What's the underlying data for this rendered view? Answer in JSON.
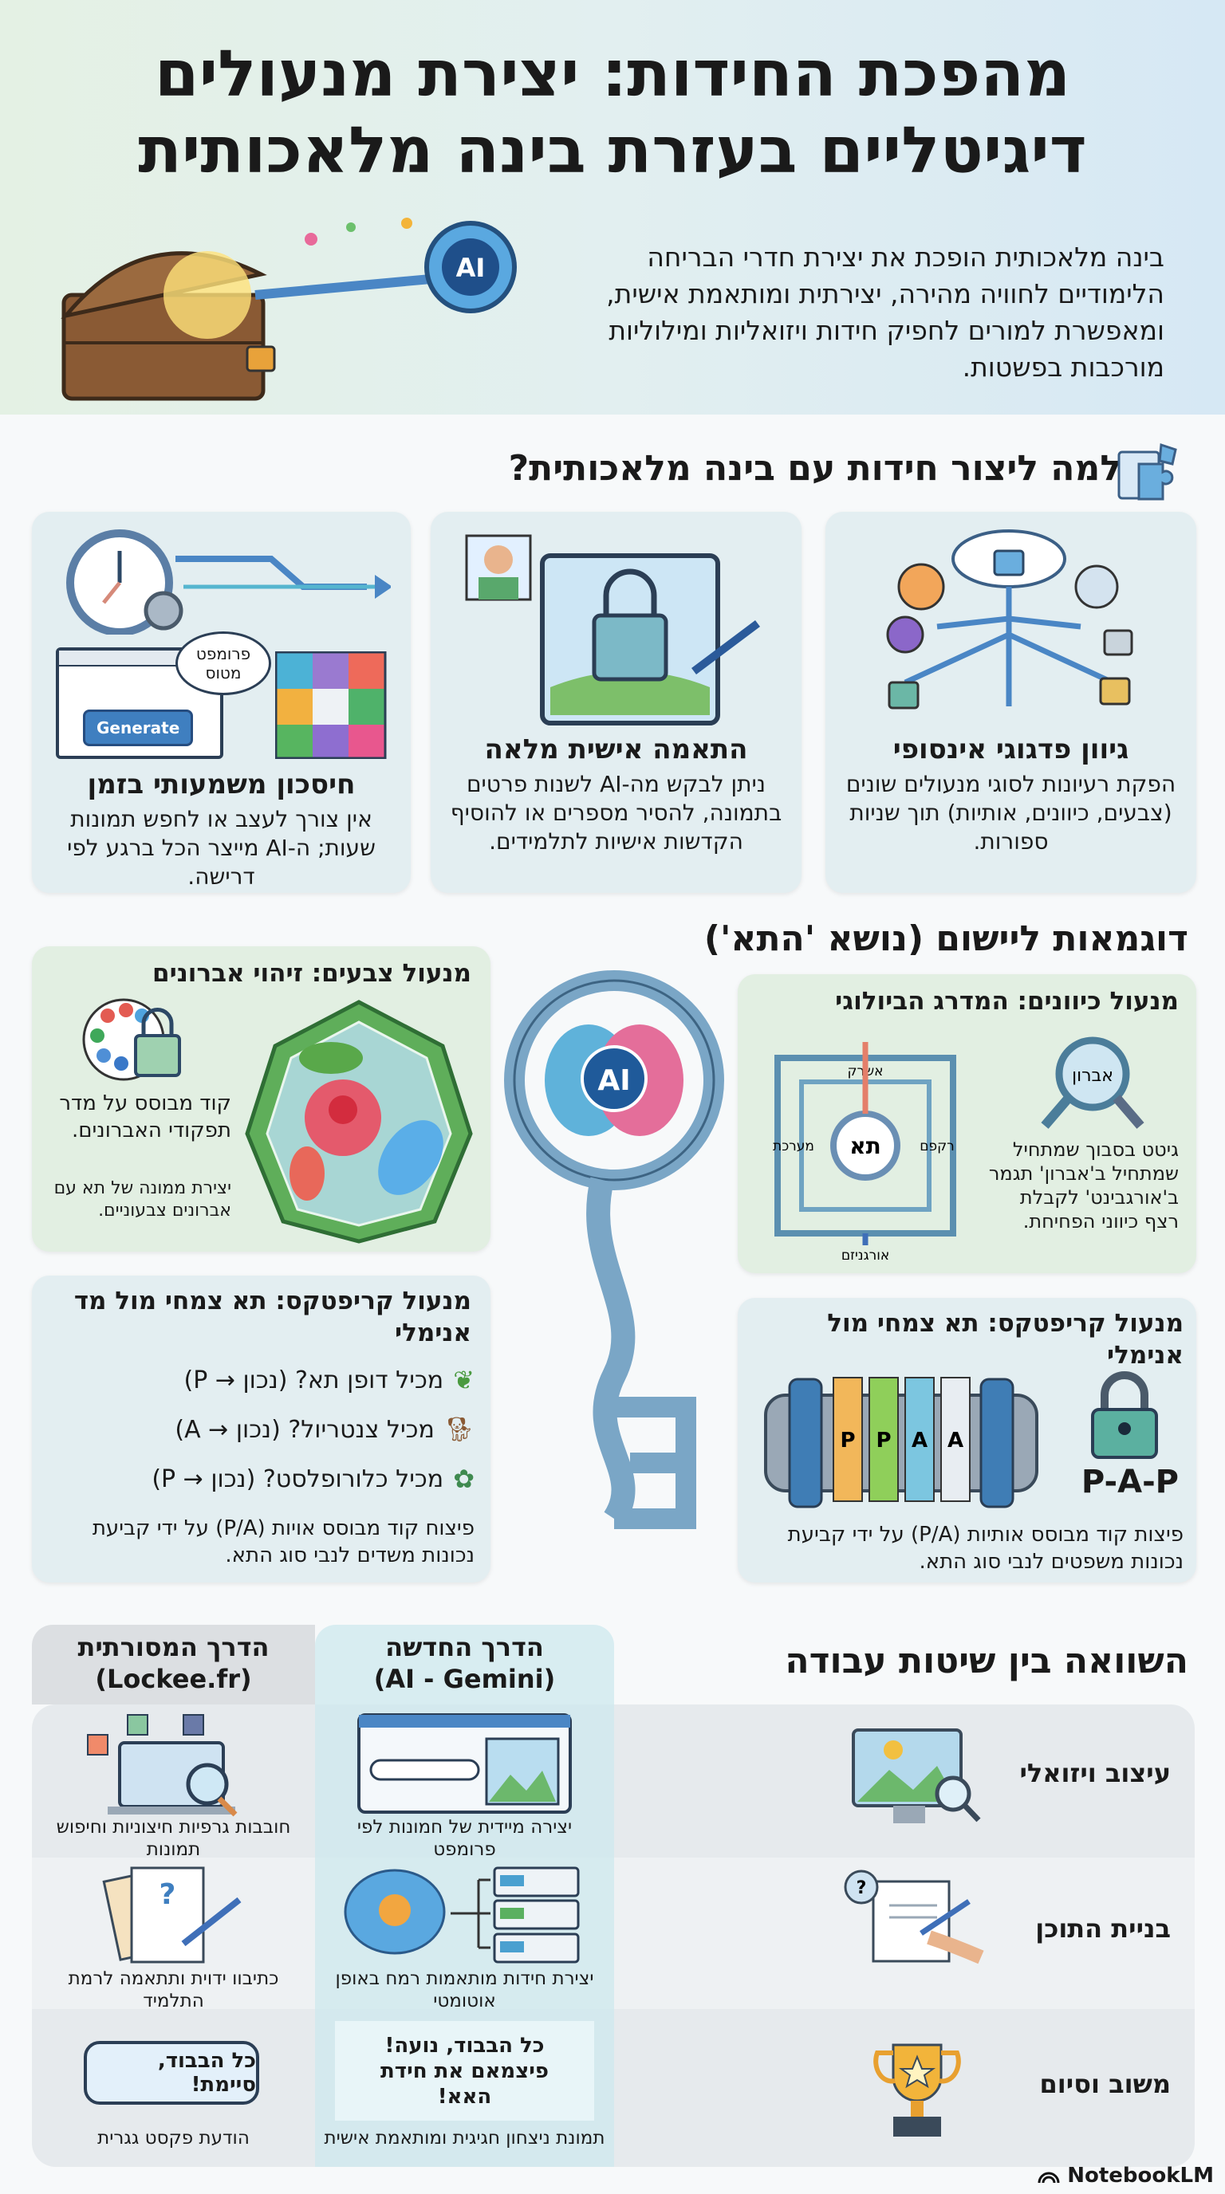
{
  "header": {
    "title_line1": "מהפכת החידות: יצירת מנעולים",
    "title_line2": "דיגיטליים בעזרת בינה מלאכותית",
    "intro": "בינה מלאכותית הופכת את יצירת חדרי הבריחה הלימודיים לחוויה מהירה, יצירתית ומותאמת אישית, ומאפשרת למורים לחפיק חידות ויזואליות ומילוליות מורכבות בפשטות.",
    "key_badge": "AI"
  },
  "why": {
    "heading": "למה ליצור חידות עם בינה מלאכותית?",
    "cards": [
      {
        "title": "גיוון פדגוגי אינסופי",
        "text": "הפקת רעיונות לסוגי מנעולים שונים (צבעים, כיוונים, אותיות) תוך שניות ספורות."
      },
      {
        "title": "התאמה אישית מלאה",
        "text": "ניתן לבקש מה-AI לשנות פרטים בתמונה, להסיר מספרים או להוסיף הקדשות אישיות לתלמידים."
      },
      {
        "title": "חיסכון משמעותי בזמן",
        "text": "אין צורך לעצב או לחפש תמונות שעות; ה-AI מייצר הכל ברגע לפי דרישה.",
        "bubble": "פרומפט מטוס",
        "button": "Generate"
      }
    ]
  },
  "examples": {
    "heading": "דוגמאות ליישום (נושא 'התא')",
    "key_badge": "AI",
    "maze": {
      "title": "מנעול כיוונים: המדרג הביולוגי",
      "magnifier": "אברון",
      "center": "תא",
      "labels": {
        "top": "אשרק",
        "left": "מערכת",
        "right": "רקפם",
        "bottom": "אורגניזם"
      },
      "text": "גיטט בסבוך שמתחיל שמתחיל ב'אברון' תגמר ב'אורגבינט' לקבלת רצף כיווני הפחיחת."
    },
    "colors": {
      "title": "מנעול צבעים: זיהוי אברונים",
      "text1": "קוד מבוסס על מדר תפקודי האברונים.",
      "text2": "יצירת ממונה של תא עם אברונים צבעוניים."
    },
    "crypto_left": {
      "title": "מנעול קריפטקס: תא צמחי מול מד אנימלי",
      "items": [
        {
          "icon": "leaf-icon",
          "text": "מכיל דופן תא? (נכון → P)"
        },
        {
          "icon": "dog-icon",
          "text": "מכיל צנטריול? (נכון → A)"
        },
        {
          "icon": "plant-icon",
          "text": "מכיל כלורופלסט? (נכון → P)"
        }
      ],
      "text": "פיצוח קוד מבוסס אויות (P/A) על ידי קביעת נכונות משדים לנבי סוג התא."
    },
    "crypto_right": {
      "title": "מנעול קריפטקס: תא צמחי מול אנימלי",
      "code": "P-A-P",
      "rings": [
        "P",
        "P",
        "A",
        "A"
      ],
      "text": "פיצות קוד מבוסס אותיות (P/A) על ידי קביעת נכונות משפטים לנבי סוג התא."
    }
  },
  "compare": {
    "heading": "השוואה בין שיטות עבודה",
    "new_head": "הדרך החדשה",
    "new_sub": "(AI - Gemini)",
    "old_head": "הדרך המסורתית",
    "old_sub": "(Lockee.fr)",
    "rows": [
      {
        "label": "עיצוב ויזואלי",
        "new": "יצירה מיידית של חמונות לפי פרומפט",
        "old": "חובבות גרפיות חיצוניות וחיפוש תמונות"
      },
      {
        "label": "בניית התוכן",
        "new": "יצירת חידות מותאמות רמח באופן אוטומטי",
        "old": "כתיבוו ידוית ותתאמה לרמת התלמיד"
      },
      {
        "label": "משוב וסיום",
        "new": "תמונת ניצחון חגיגית ומותאמת אישית",
        "old": "הודעת פקסט גגרית",
        "new_banner": "כל הבבוד, נועה! פיצמאם את חידת האא!",
        "old_bubble": "כל הבבוד, סיימת!"
      }
    ]
  },
  "footer": {
    "brand": "NotebookLM"
  },
  "colors": {
    "accent_blue": "#4a86c5",
    "card_bg": "#e3eef1",
    "green_card": "#e2efe2",
    "new_col": "#d7ecf1",
    "old_col": "#e1e3e5"
  }
}
